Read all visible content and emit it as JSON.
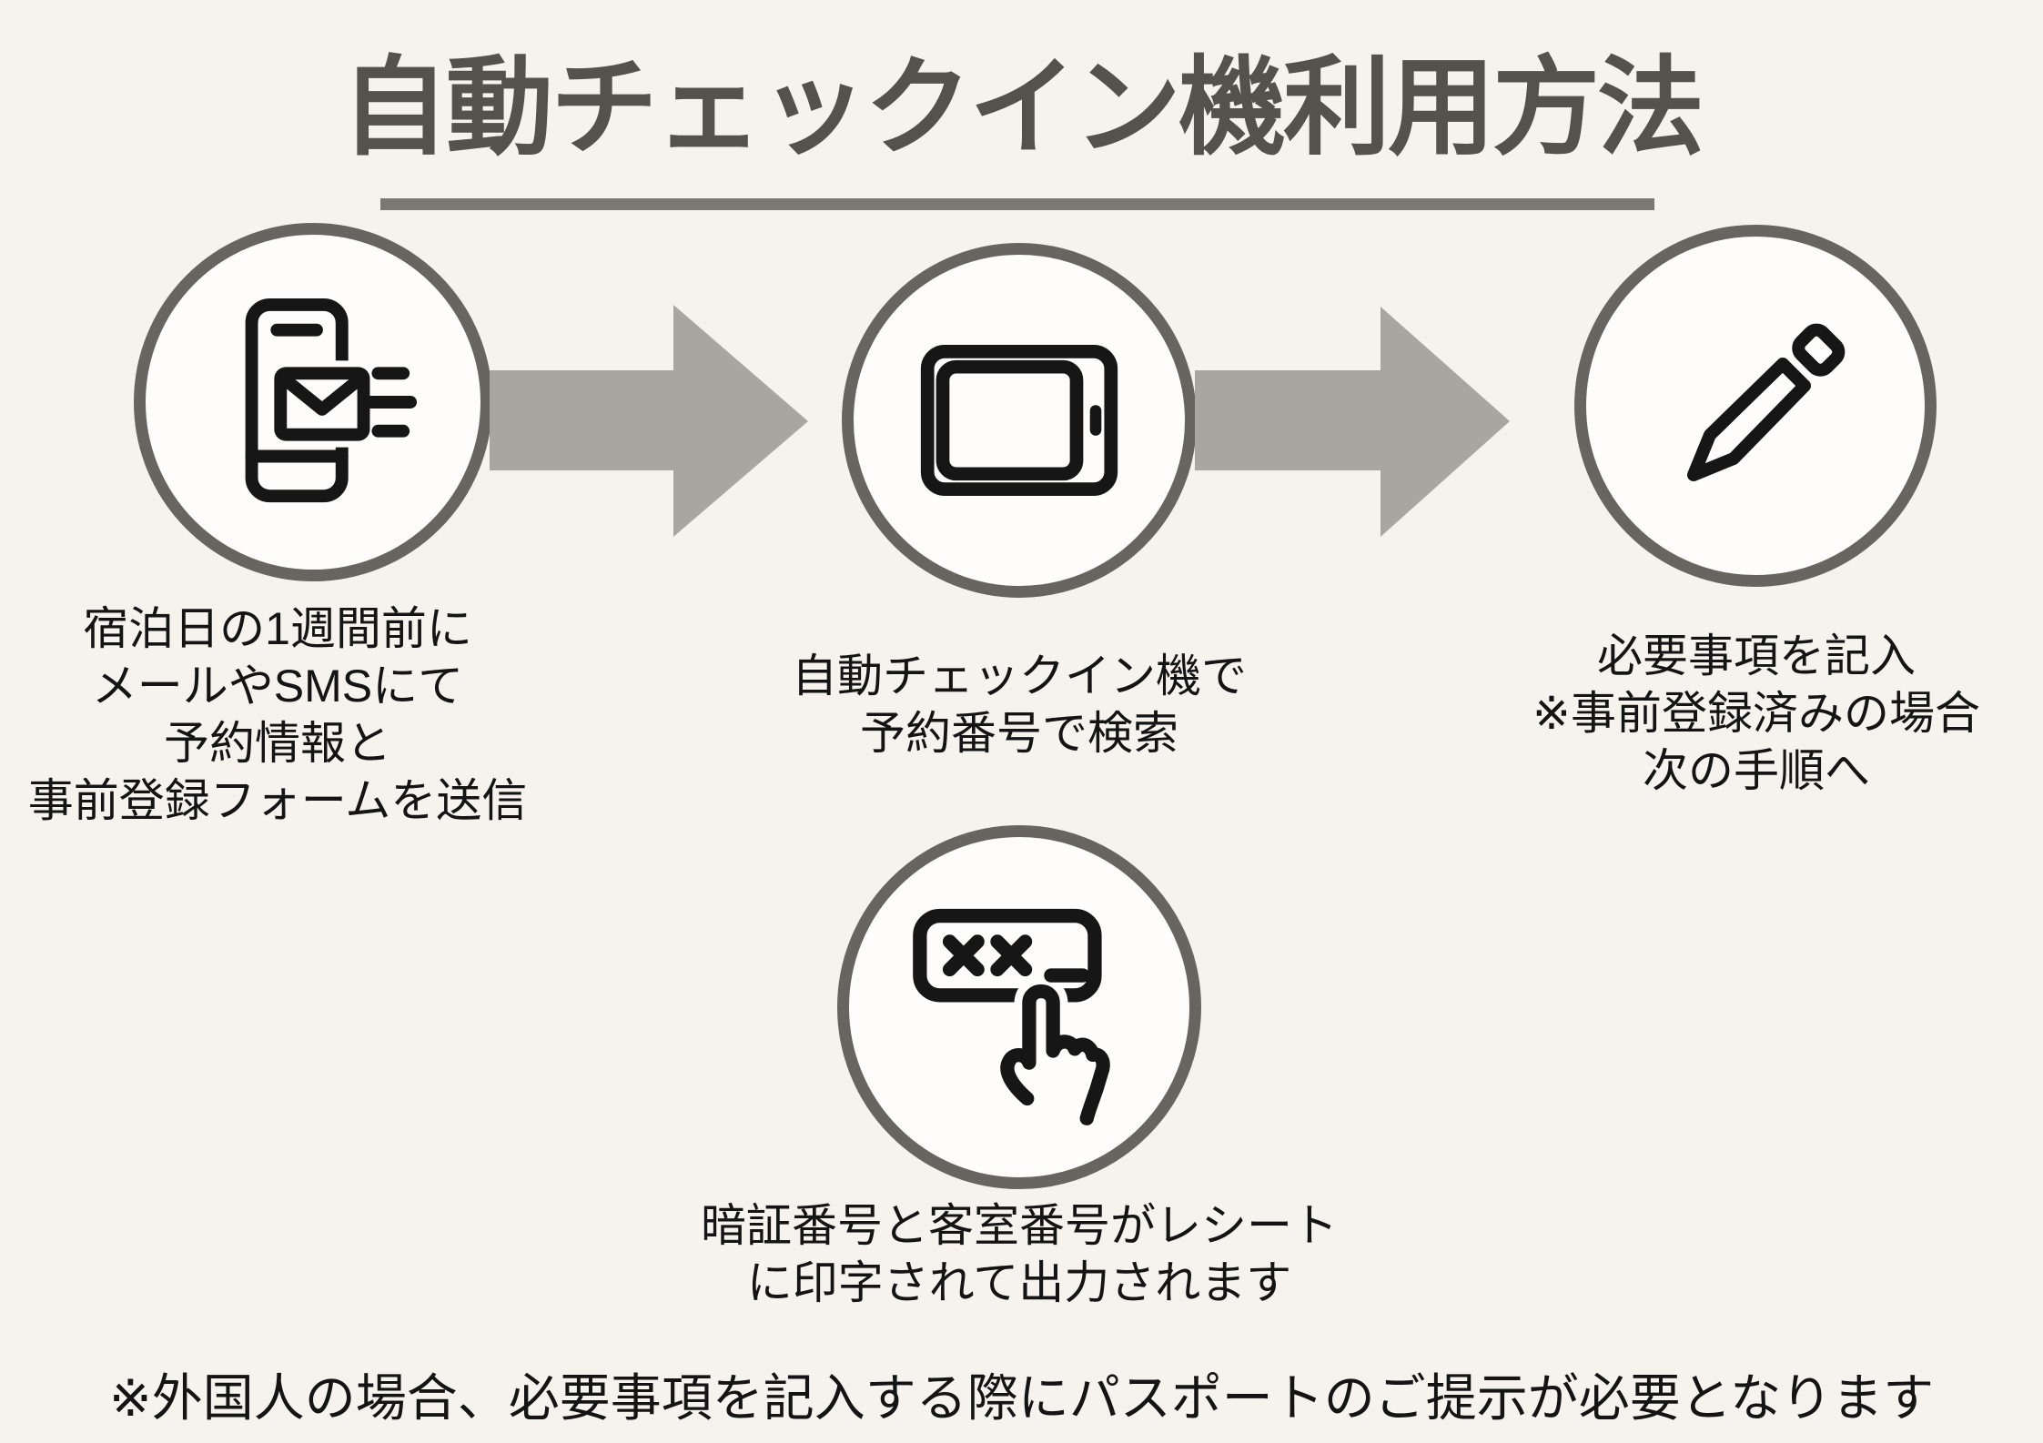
{
  "title": "自動チェックイン機利用方法",
  "steps": [
    {
      "name": "send-form",
      "icon": "phone-mail-icon",
      "lines": [
        "宿泊日の1週間前に",
        "メールやSMSにて",
        "予約情報と",
        "事前登録フォームを送信"
      ]
    },
    {
      "name": "search-reservation",
      "icon": "tablet-icon",
      "lines": [
        "自動チェックイン機で",
        "予約番号で検索"
      ]
    },
    {
      "name": "fill-in-details",
      "icon": "pencil-icon",
      "lines": [
        "必要事項を記入",
        "※事前登録済みの場合",
        "次の手順へ"
      ]
    },
    {
      "name": "receipt-output",
      "icon": "pin-entry-icon",
      "lines": [
        "暗証番号と客室番号がレシート",
        "に印字されて出力されます"
      ]
    }
  ],
  "footer_note": "※外国人の場合、必要事項を記入する際にパスポートのご提示が必要となります",
  "colors": {
    "background": "#f6f2ee",
    "circle_fill": "#fefdfb",
    "circle_border": "#686561",
    "icon": "#161616",
    "arrow": "#a9a6a1",
    "title_text": "#55524e",
    "underline": "#7b7874",
    "body_text": "#141414"
  }
}
